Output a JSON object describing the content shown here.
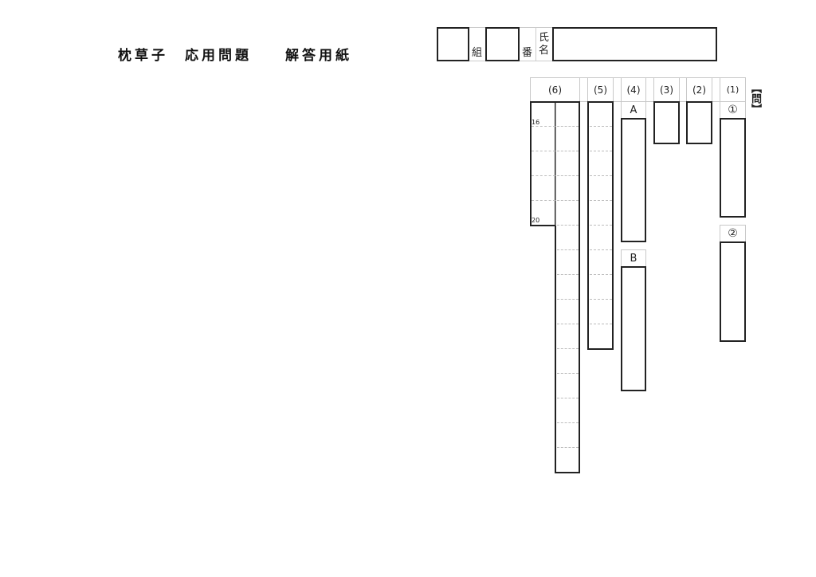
{
  "header": {
    "title": "枕草子　応用問題　　解答用紙",
    "class_label": "組",
    "number_label": "番",
    "name_label_top": "氏",
    "name_label_bottom": "名",
    "class_value": "",
    "number_value": "",
    "name_value": ""
  },
  "section_label": "【問】",
  "questions": [
    {
      "id": "q1",
      "label": "(1)",
      "parts": [
        {
          "label": "①"
        },
        {
          "label": "②"
        }
      ]
    },
    {
      "id": "q2",
      "label": "(2)"
    },
    {
      "id": "q3",
      "label": "(3)"
    },
    {
      "id": "q4",
      "label": "(4)",
      "parts": [
        {
          "label": "A"
        },
        {
          "label": "B"
        }
      ]
    },
    {
      "id": "q5",
      "label": "(5)"
    },
    {
      "id": "q6",
      "label": "(6)",
      "row_markers": [
        "16",
        "20"
      ]
    }
  ]
}
